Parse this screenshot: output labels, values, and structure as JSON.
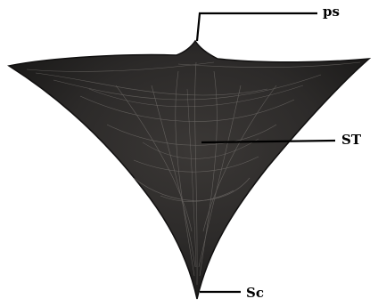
{
  "labels": {
    "ps": "ps",
    "st": "ST",
    "sc": "Sc"
  },
  "colors": {
    "specimen": "#2c2a29",
    "specimen_edge": "#111010",
    "fibers": "#8a8682",
    "leader": "#000000",
    "background": "#ffffff"
  }
}
